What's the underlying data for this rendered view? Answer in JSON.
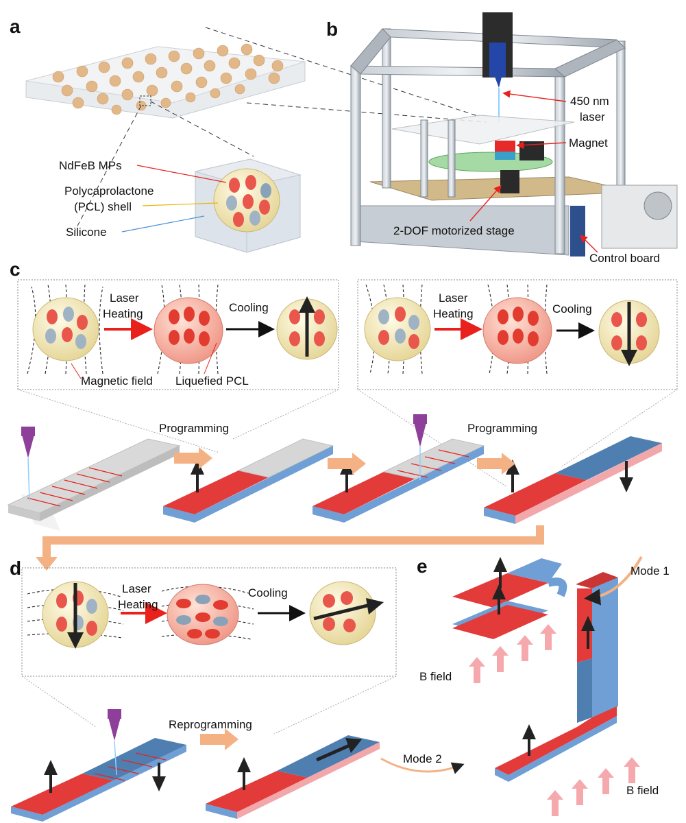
{
  "panels": {
    "a": "a",
    "b": "b",
    "c": "c",
    "d": "d",
    "e": "e"
  },
  "panel_a": {
    "mps": "NdFeB  MPs",
    "pcl_line1": "Polycaprolactone",
    "pcl_line2": "(PCL) shell",
    "silicone": "Silicone"
  },
  "panel_b": {
    "laser_line1": "450 nm",
    "laser_line2": "laser",
    "magnet": "Magnet",
    "stage": "2-DOF motorized stage",
    "board": "Control board"
  },
  "panel_c": {
    "laser1": "Laser",
    "heating1": "Heating",
    "cooling1": "Cooling",
    "field": "Magnetic field",
    "liquefied": "Liquefied PCL",
    "laser2": "Laser",
    "heating2": "Heating",
    "cooling2": "Cooling",
    "programming1": "Programming",
    "programming2": "Programming"
  },
  "panel_d": {
    "laser": "Laser",
    "heating": "Heating",
    "cooling": "Cooling",
    "reprogramming": "Reprogramming",
    "mode2": "Mode 2"
  },
  "panel_e": {
    "mode1": "Mode 1",
    "bfield1": "B field",
    "bfield2": "B field"
  },
  "colors": {
    "red": "#e33a3a",
    "blue": "#6f9fd4",
    "orange_arrow": "#f4b183",
    "pink_arrow": "#f6a9ad",
    "shell": "#efe6b8",
    "frame": "#9aa3ad",
    "laser_purple": "#8e3f9a"
  }
}
